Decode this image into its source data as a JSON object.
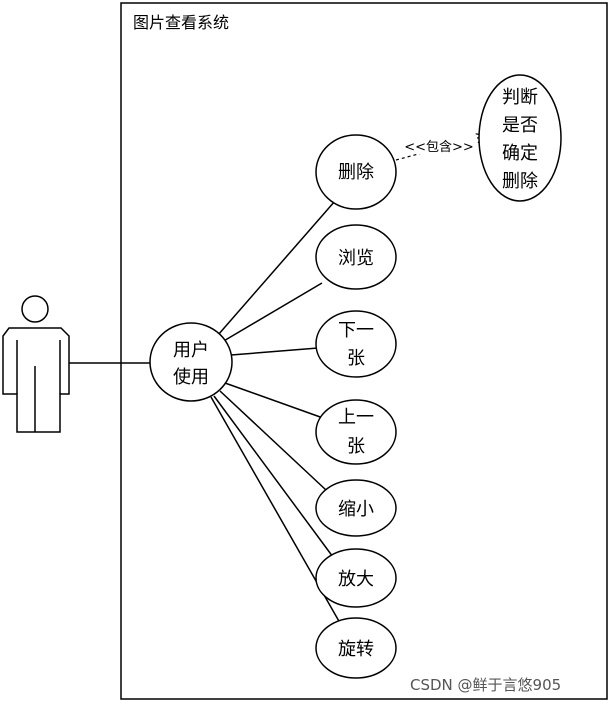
{
  "system": {
    "title": "图片查看系统"
  },
  "actor": {
    "name": ""
  },
  "main_use_case": {
    "lines": [
      "用户",
      "使用"
    ]
  },
  "use_cases": [
    {
      "id": "delete",
      "lines": [
        "删除"
      ]
    },
    {
      "id": "browse",
      "lines": [
        "浏览"
      ]
    },
    {
      "id": "next",
      "lines": [
        "下一",
        "张"
      ]
    },
    {
      "id": "prev",
      "lines": [
        "上一",
        "张"
      ]
    },
    {
      "id": "shrink",
      "lines": [
        "缩小"
      ]
    },
    {
      "id": "enlarge",
      "lines": [
        "放大"
      ]
    },
    {
      "id": "rotate",
      "lines": [
        "旋转"
      ]
    }
  ],
  "include_relation": {
    "label": "<<包含>>",
    "target_lines": [
      "判断",
      "是否",
      "确定",
      "删除"
    ]
  },
  "watermark": "CSDN @鲜于言悠905"
}
